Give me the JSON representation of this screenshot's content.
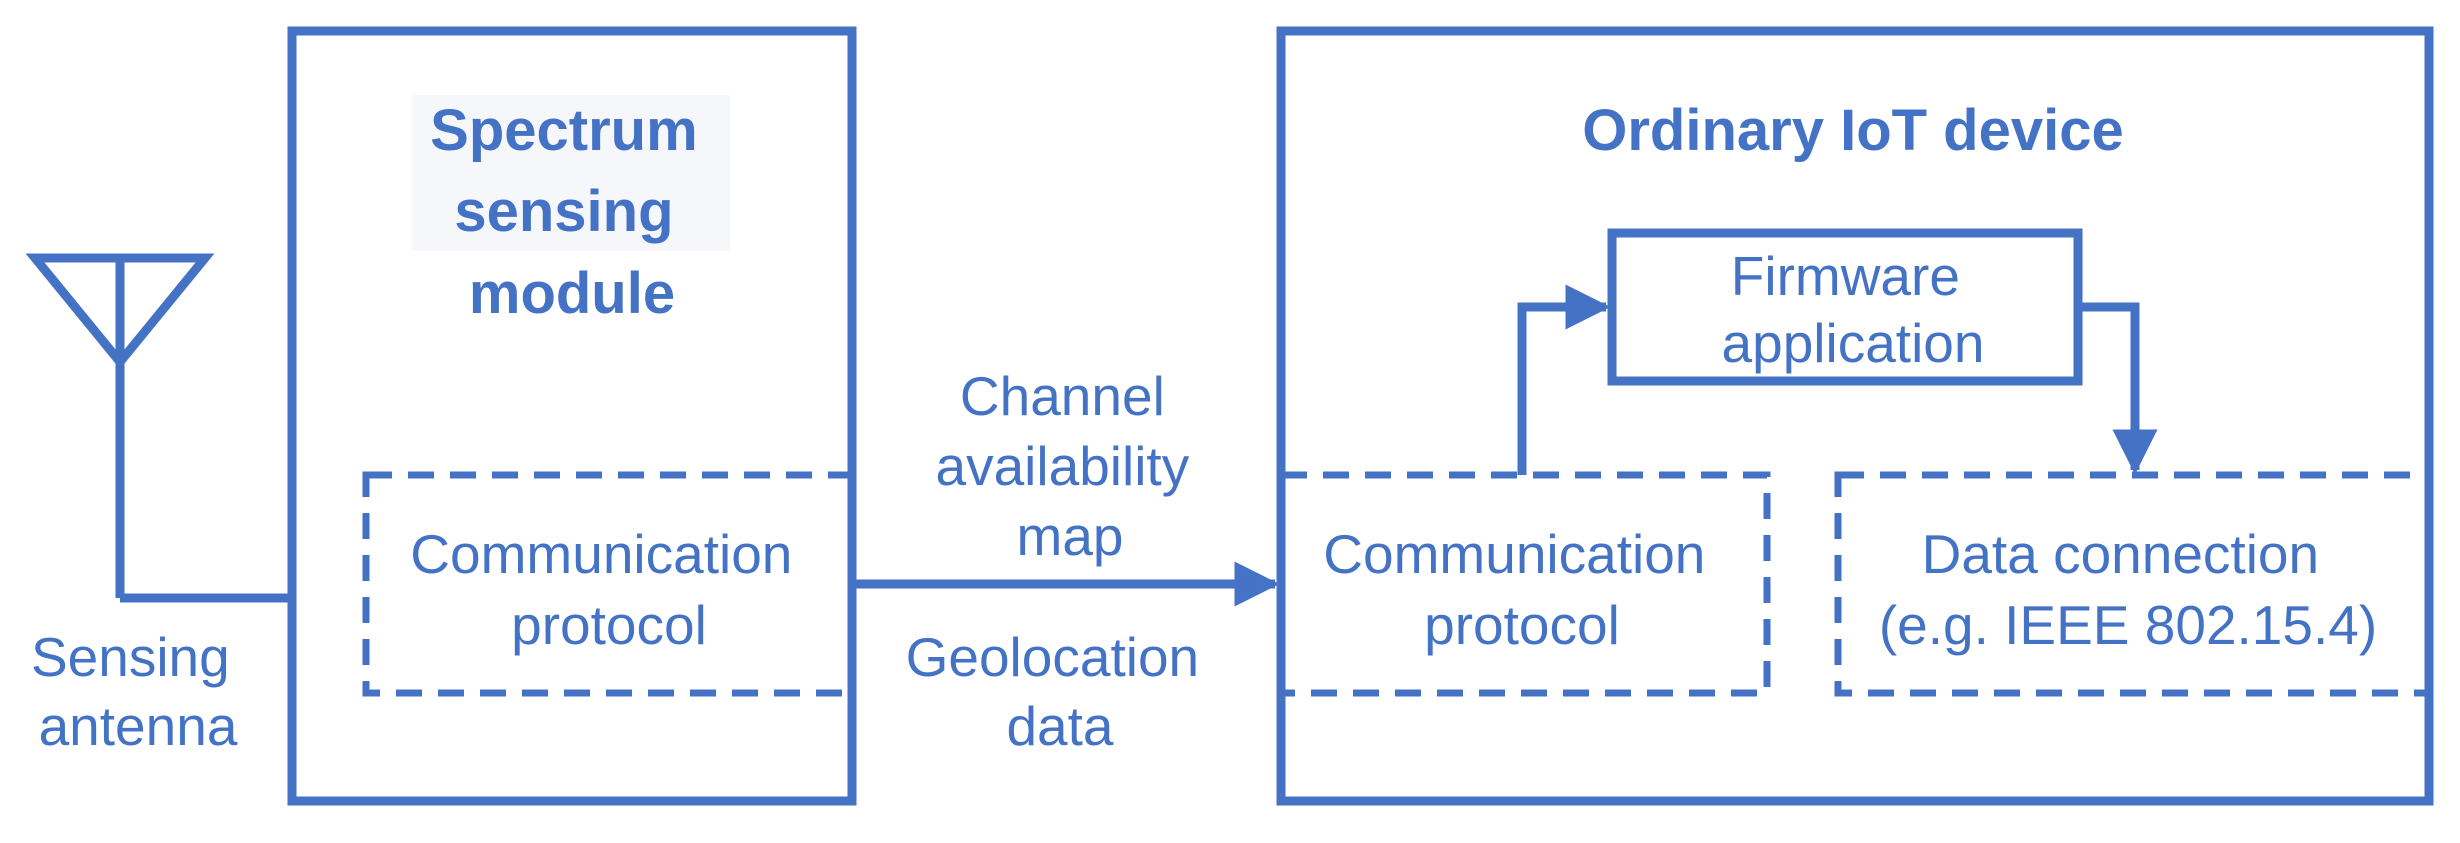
{
  "spectrum_module": {
    "title_lines": [
      "Spectrum",
      "sensing",
      "module"
    ]
  },
  "antenna": {
    "label_lines": [
      "Sensing",
      "antenna"
    ]
  },
  "left_protocol": {
    "lines": [
      "Communication",
      "protocol"
    ]
  },
  "link": {
    "top_lines": [
      "Channel",
      "availability",
      "map"
    ],
    "bottom_lines": [
      "Geolocation",
      "data"
    ]
  },
  "iot_device": {
    "title": "Ordinary IoT device",
    "firmware": {
      "lines": [
        "Firmware",
        "application"
      ]
    },
    "protocol": {
      "lines": [
        "Communication",
        "protocol"
      ]
    },
    "data_connection": {
      "lines": [
        "Data connection",
        "(e.g. IEEE 802.15.4)"
      ]
    }
  },
  "colors": {
    "accent": "#4472c4",
    "title_highlight": "#f5f7fa"
  }
}
